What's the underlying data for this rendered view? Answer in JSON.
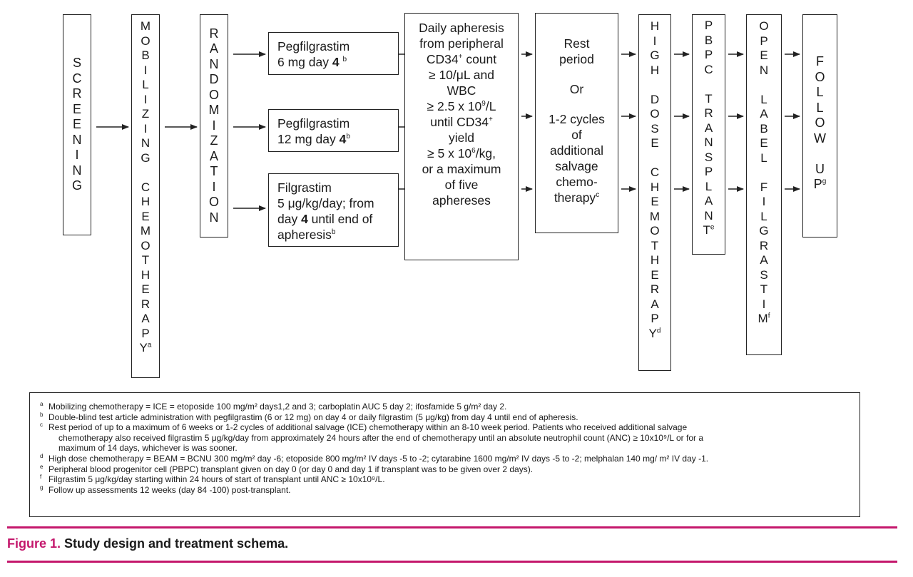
{
  "diagram": {
    "screening": "SCREENING",
    "mobilizing_text": "MOBILIZING CHEMOTHERAPY",
    "mobilizing_sup": "a",
    "randomization": "RANDOMIZATION",
    "arm1": {
      "line1": "Pegfilgrastim",
      "line2_pre": "6 mg  day ",
      "line2_bold": "4",
      "sup": "b"
    },
    "arm2": {
      "line1": "Pegfilgrastim",
      "line2_pre": "12 mg  day ",
      "line2_bold": "4",
      "sup": "b"
    },
    "arm3": {
      "line1": "Filgrastim",
      "line2": "5 μg/kg/day; from",
      "line3_pre": "day  ",
      "line3_bold": "4",
      "line3_post": " until end of",
      "line4": "apheresis",
      "sup": "b"
    },
    "apheresis": {
      "l1": "Daily apheresis",
      "l2": "from peripheral",
      "l3_pre": "CD34",
      "l3_sup": "+",
      "l3_post": " count",
      "l4": "≥ 10/μL and",
      "l5": "WBC",
      "l6_pre": "≥ 2.5 x 10",
      "l6_sup": "9",
      "l6_post": "/L",
      "l7_pre": "until CD34",
      "l7_sup": "+",
      "l8": "yield",
      "l9_pre": "≥ 5 x 10",
      "l9_sup": "6",
      "l9_post": "/kg,",
      "l10": "or a maximum",
      "l11": "of five",
      "l12": "aphereses"
    },
    "rest": {
      "l1": "Rest",
      "l2": "period",
      "l3": "Or",
      "l4": "1-2 cycles",
      "l5": "of",
      "l6": "additional",
      "l7": "salvage",
      "l8": "chemo-",
      "l9": "therapy",
      "sup": "c"
    },
    "hdc_text": "HIGH DOSE CHEMOTHERAPY",
    "hdc_sup": "d",
    "pbpc_text": "PBPC TRANSPLANT",
    "pbpc_sup": "e",
    "open_label_text": "OPEN LABEL FILGRASTIM",
    "open_label_sup": "f",
    "follow_text": "FOLLOW UP",
    "follow_sup": "g"
  },
  "notes": [
    {
      "marker": "a",
      "text": "Mobilizing  chemotherapy = ICE = etoposide 100 mg/m² days1,2 and 3; carboplatin AUC 5 day 2; ifosfamide 5 g/m² day 2."
    },
    {
      "marker": "b",
      "text": "Double-blind test article administration with pegfilgrastim  (6 or 12 mg) on day 4 or daily  filgrastim (5 μg/kg) from day 4 until end of apheresis."
    },
    {
      "marker": "c",
      "text": "Rest period of up to a maximum of 6 weeks or 1-2 cycles of additional salvage (ICE) chemotherapy within an 8-10 week period. Patients who received additional salvage",
      "cont1": "chemotherapy also received  filgrastim 5 μg/kg/day from approximately 24 hours after the end of chemotherapy until an absolute neutrophil count (ANC) ≥ 10x10⁹/L or for a",
      "cont2": "maximum of 14 days, whichever is was  sooner."
    },
    {
      "marker": "d",
      "text": "High dose chemotherapy = BEAM = BCNU 300 mg/m² day  -6; etoposide 800  mg/m² IV days -5 to -2; cytarabine 1600  mg/m² IV days  -5 to -2; melphalan 140 mg/ m² IV day -1."
    },
    {
      "marker": "e",
      "text": "Peripheral blood progenitor cell   (PBPC) transplant given on day 0 (or day 0 and day 1 if transplant  was to be given over 2 days)."
    },
    {
      "marker": "f",
      "text": "Filgrastim 5 μg/kg/day starting within 24 hours of start of transplant until ANC ≥  10x10⁹/L."
    },
    {
      "marker": "g",
      "text": "Follow up assessments 12 weeks (day 84 -100) post-transplant."
    }
  ],
  "caption": {
    "label": "Figure 1.",
    "text": " Study design and treatment schema."
  },
  "colors": {
    "accent": "#c4176c",
    "line": "#222222"
  }
}
